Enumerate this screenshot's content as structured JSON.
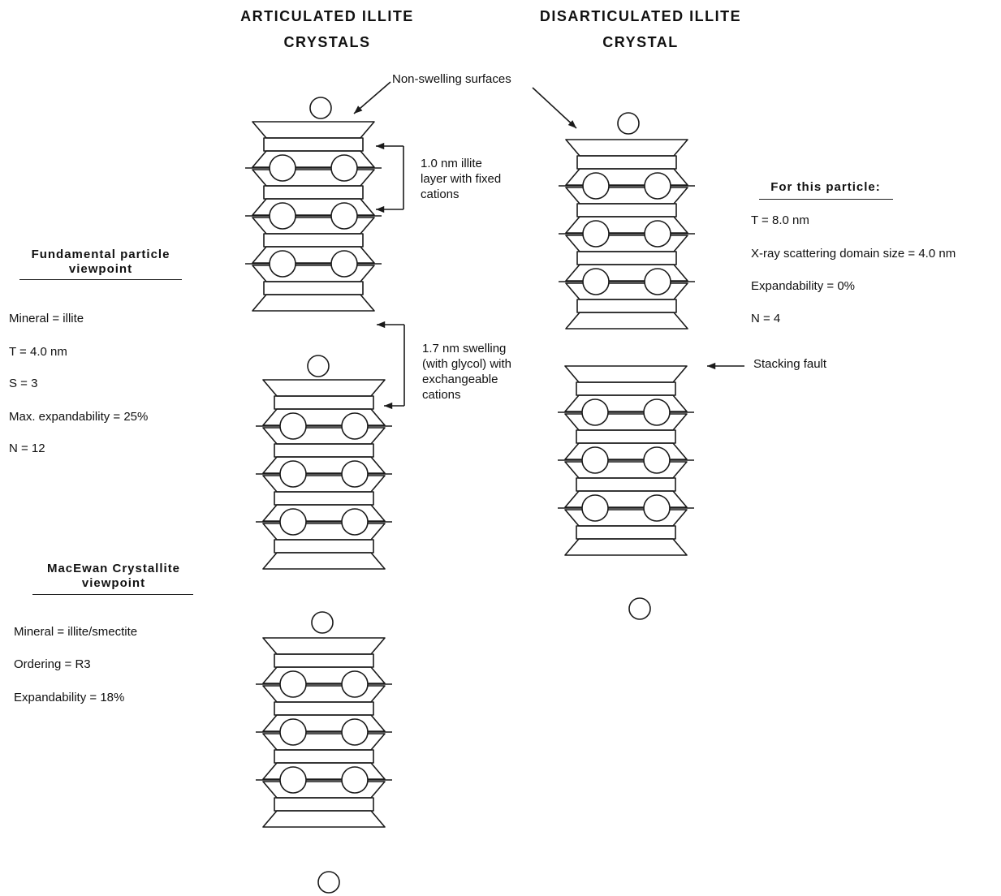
{
  "titles": {
    "articulated": [
      "ARTICULATED ILLITE",
      "CRYSTALS"
    ],
    "disarticulated": [
      "DISARTICULATED ILLITE",
      "CRYSTAL"
    ]
  },
  "annotations": {
    "non_swelling": "Non-swelling surfaces",
    "illite_layer": [
      "1.0 nm illite",
      "layer with fixed",
      "cations"
    ],
    "swelling": [
      "1.7 nm swelling",
      "(with glycol) with",
      "exchangeable",
      "cations"
    ],
    "stacking_fault": "Stacking fault"
  },
  "fundamental": {
    "title": [
      "Fundamental particle",
      "viewpoint"
    ],
    "items": [
      "Mineral = illite",
      "T = 4.0 nm",
      "S = 3",
      "Max. expandability = 25%",
      "N = 12"
    ]
  },
  "macewan": {
    "title": [
      "MacEwan Crystallite",
      "viewpoint"
    ],
    "items": [
      "Mineral = illite/smectite",
      "Ordering = R3",
      "Expandability = 18%"
    ]
  },
  "this_particle": {
    "title": "For this particle:",
    "items": [
      "T = 8.0 nm",
      "X-ray scattering domain size = 4.0 nm",
      "Expandability = 0%",
      "N = 4"
    ]
  }
}
